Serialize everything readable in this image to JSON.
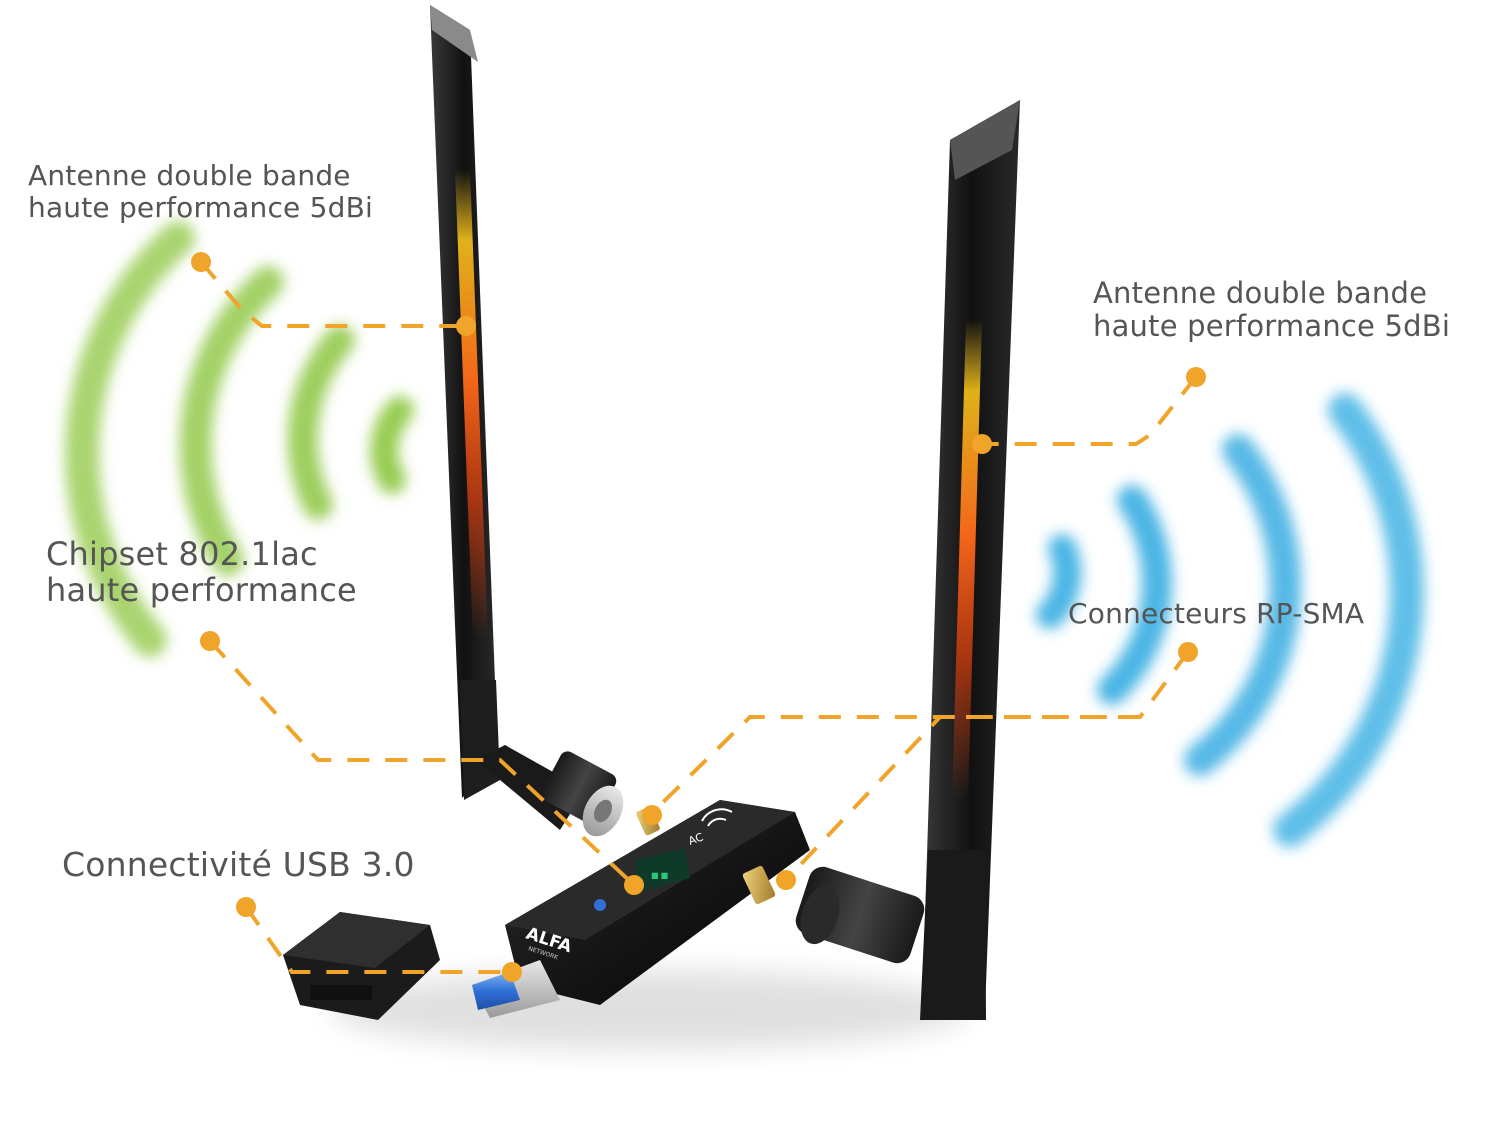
{
  "labels": {
    "antenna_left": {
      "line1": "Antenne double bande",
      "line2": "haute performance 5dBi"
    },
    "antenna_right": {
      "line1": "Antenne double bande",
      "line2": "haute performance 5dBi"
    },
    "chipset": {
      "line1": "Chipset 802.1lac",
      "line2": "haute performance"
    },
    "connectors": {
      "text": "Connecteurs RP-SMA"
    },
    "usb": {
      "text": "Connectivité USB 3.0"
    }
  },
  "device": {
    "brand_logo": "ALFA",
    "brand_sub": "NETWORK",
    "badge": "AC"
  },
  "colors": {
    "leader_line": "#f0a42a",
    "label_text": "#555555",
    "wave_left": "#8cc63f",
    "wave_right": "#29a8e0",
    "antenna_glow": "#ff6a1a",
    "device_body": "#1a1a1a",
    "usb_plug": "#2f6fd6",
    "connector_gold": "#c9a74a"
  },
  "icons": [
    "wifi-signal-waves-left",
    "wifi-signal-waves-right",
    "bluetooth-icon",
    "wifi-icon"
  ]
}
